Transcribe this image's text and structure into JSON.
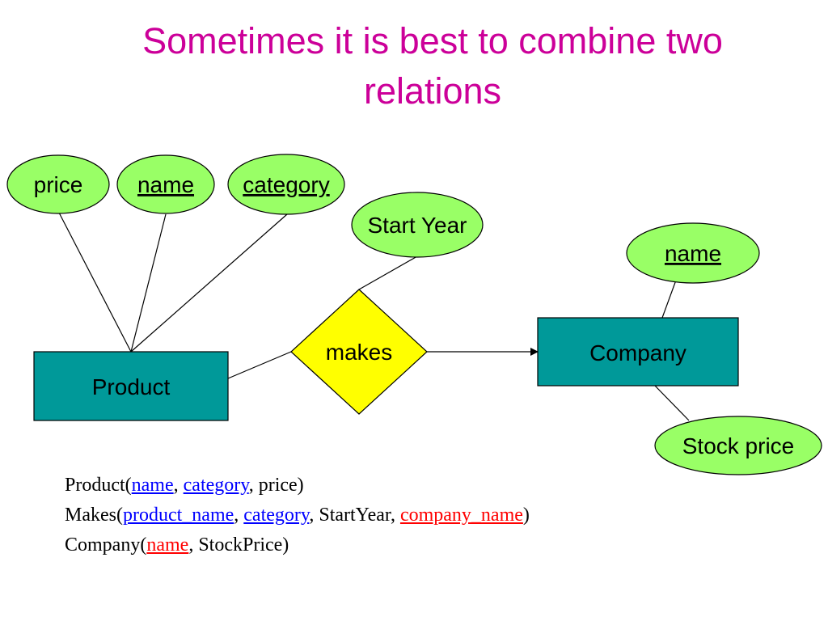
{
  "title": {
    "line1": "Sometimes it is best to combine two",
    "line2": "relations"
  },
  "colors": {
    "title": "#cc0099",
    "attribute_fill": "#99ff66",
    "entity_fill": "#009999",
    "relationship_fill": "#ffff00",
    "key_blue": "#0000ff",
    "key_red": "#ff0000"
  },
  "diagram": {
    "product_attributes": {
      "price": "price",
      "name": "name",
      "category": "category"
    },
    "relationship_attribute": "Start Year",
    "relationship": "makes",
    "entities": {
      "product": "Product",
      "company": "Company"
    },
    "company_attributes": {
      "name": "name",
      "stock_price": "Stock price"
    }
  },
  "relations": {
    "product": {
      "prefix": "Product(",
      "key1": "name",
      "sep1": ", ",
      "key2": "category",
      "rest": ", price)"
    },
    "makes": {
      "prefix": "Makes(",
      "key1": "product_name",
      "sep1": ", ",
      "key2": "category",
      "sep2": ", StartYear, ",
      "key3": "company_name",
      "suffix": ")"
    },
    "company": {
      "prefix": "Company(",
      "key1": "name",
      "rest": ", StockPrice)"
    }
  }
}
